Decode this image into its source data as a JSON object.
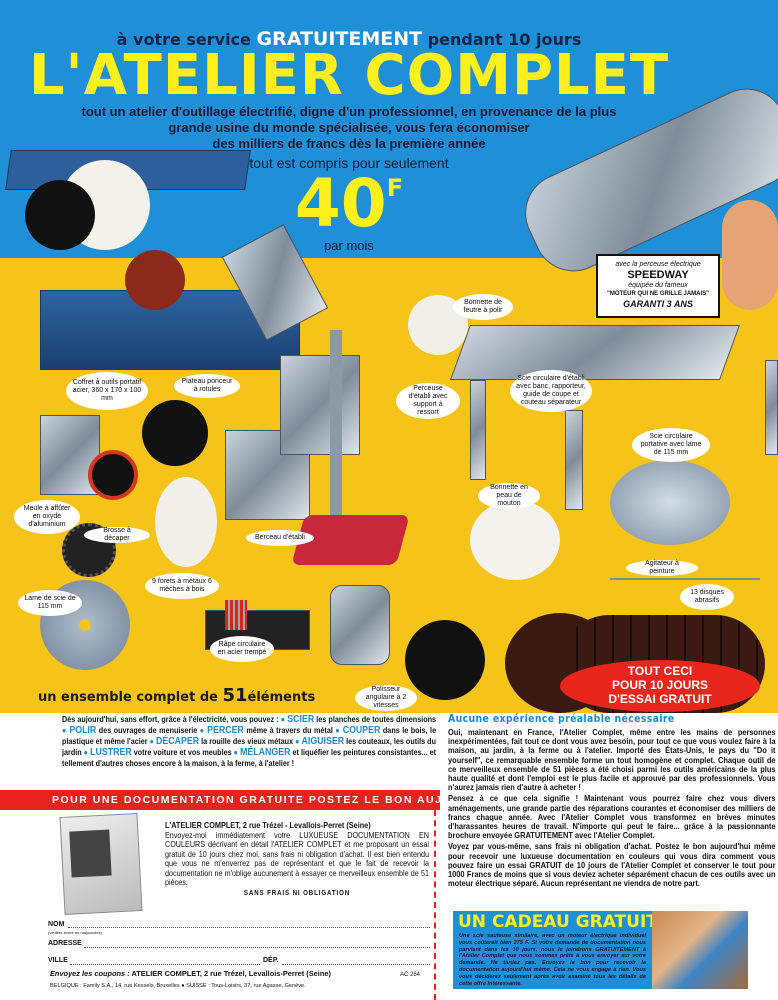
{
  "header": {
    "tagline_pre": "à votre service",
    "tagline_free": "GRATUITEMENT",
    "tagline_post": "pendant 10 jours",
    "title": "L'ATELIER COMPLET",
    "subtitle_lines": [
      "tout un atelier d'outillage électrifié, digne d'un professionnel, en provenance de la plus",
      "grande usine du monde spécialisée, vous fera économiser",
      "des milliers de francs dès la première année"
    ],
    "price_intro": "tout est compris pour seulement",
    "price": "40",
    "price_unit": "F",
    "price_period": "par mois"
  },
  "speedway": {
    "line1": "avec la perceuse électrique",
    "brand": "SPEEDWAY",
    "line2": "équipée du fameux",
    "motto": "\"MOTEUR QUI NE GRILLE JAMAIS\"",
    "guarantee": "GARANTI 3 ANS"
  },
  "labels": {
    "coffret": "Coffret à outils portatif acier, 360 x 170 x 100 mm",
    "plateau": "Plateau ponceur à rotules",
    "meule": "Meule à affûter en oxyde d'aluminium",
    "brosse": "Brosse à décaper",
    "berceau": "Berceau d'établi",
    "forets": "9 forets à métaux 6 mèches à bois",
    "lame": "Lame de scie de 115 mm",
    "rape": "Râpe circulaire en acier trempé",
    "polisseur": "Polisseur angulaire à 2 vitesses",
    "perceuse": "Perceuse d'établi avec support à ressort",
    "bonnette_feutre": "Bonnette de feutre à polir",
    "scie_etabli": "Scie circulaire d'établi avec banc, rapporteur, guide de coupe et couteau séparateur",
    "scie_portative": "Scie circulaire portative avec lame de 115 mm",
    "bonnette_mouton": "Bonnette en peau de mouton",
    "agitateur": "Agitateur à peinture",
    "disques": "13 disques abrasifs"
  },
  "offer_bubble": [
    "TOUT CECI",
    "POUR 10 JOURS",
    "D'ESSAI GRATUIT"
  ],
  "ensemble": {
    "pre": "un ensemble complet de",
    "count": "51",
    "post": "éléments"
  },
  "intro": {
    "t0": "Dès aujourd'hui, sans effort, grâce à l'électricité, vous pouvez :",
    "k1": "SCIER",
    "t1": "les planches de toutes dimensions",
    "k2": "POLIR",
    "t2": "des ouvrages de menuiserie",
    "k3": "PERCER",
    "t3": "même à travers du métal",
    "k4": "COUPER",
    "t4": "dans le bois, le plastique et même l'acier",
    "k5": "DÉCAPER",
    "t5": "la rouille des vieux métaux",
    "k6": "AIGUISER",
    "t6": "les couteaux, les outils du jardin",
    "k7": "LUSTRER",
    "t7": "votre voiture et vos meubles",
    "k8": "MÉLANGER",
    "t8": "et liquéfier les peintures consistantes... et tellement d'autres choses encore à la maison, à la ferme, à l'atelier !"
  },
  "coupon": {
    "banner": "POUR UNE DOCUMENTATION GRATUITE POSTEZ LE BON AUJOURD'HUI",
    "address": "L'ATELIER COMPLET, 2 rue Trézel - Levallois-Perret (Seine)",
    "body": "Envoyez-moi immédiatement votre LUXUEUSE DOCUMENTATION EN COULEURS décrivant en détail l'ATELIER COMPLET et me proposant un essai gratuit de 10 jours chez moi, sans frais ni obligation d'achat. Il est bien entendu que vous ne m'enverrez pas de représentant et que le fait de recevoir la documentation ne m'oblige aucunement à essayer ce merveilleux ensemble de 51 pièces.",
    "no_obligation": "SANS FRAIS NI OBLIGATION",
    "nom": "NOM",
    "nom_hint": "(veuillez écrire en majuscules)",
    "adresse": "ADRESSE",
    "ville": "VILLE",
    "dep": "DÉP.",
    "send_label": "Envoyez les coupons :",
    "send_addr": "ATELIER COMPLET, 2 rue Trézel, Levallois-Perret (Seine)",
    "belgium": "BELGIQUE : Family S.A., 14, rue Kessels, Bruxelles  ●  SUISSE : Tous-Loisirs, 37, rue Agasse, Genève.",
    "ref": "AC 264"
  },
  "right": {
    "title": "Aucune expérience préalable nécessaire",
    "p1": "Oui, maintenant en France, l'Atelier Complet, même entre les mains de personnes inexpérimentées, fait tout ce dont vous avez besoin, pour tout ce que vous voulez faire à la maison, au jardin, à la ferme ou à l'atelier. Importé des États-Unis, le pays du \"Do it yourself\", ce remarquable ensemble forme un tout homogène et complet. Chaque outil de ce merveilleux ensemble de 51 pièces a été choisi parmi les outils américains de la plus haute qualité et dont l'emploi est le plus facile et approuvé par des professionnels. Vous n'aurez jamais rien d'autre à acheter !",
    "p2": "Pensez à ce que cela signifie ! Maintenant vous pourrez faire chez vous divers aménagements, une grande partie des réparations courantes et économiser des milliers de francs chaque année. Avec l'Atelier Complet vous transformez en brèves minutes d'harassantes heures de travail. N'importe qui peut le faire... grâce à la passionnante brochure envoyée GRATUITEMENT avec l'Atelier Complet.",
    "p3": "Voyez par vous-même, sans frais ni obligation d'achat. Postez le bon aujourd'hui même pour recevoir une luxueuse documentation en couleurs qui vous dira comment vous pouvez faire un essai GRATUIT de 10 jours de l'Atelier Complet et conserver le tout pour 1000 Francs de moins que si vous deviez acheter séparément chacun de ces outils avec un moteur électrique séparé. Aucun représentant ne viendra de notre part."
  },
  "gift": {
    "title": "UN CADEAU GRATUIT",
    "body": "Une scie sauteuse similaire, avec un moteur électrique individuel vous coûterait bien 275 F. Si votre demande de documentation nous parvient dans les 10 jours, nous le joindrons GRATUITEMENT à l'Atelier Complet que nous sommes prêts à vous envoyer sur votre demande. Ne tardez pas. Envoyez le bon pour recevoir la documentation aujourd'hui même. Cela ne vous engage à rien. Vous vous déciderez seulement après avoir examiné tous les détails de cette offre intéressante."
  },
  "colors": {
    "blue": "#1f8fd8",
    "yellow": "#f6c419",
    "title_yellow": "#ffef1a",
    "red": "#e8231e",
    "keyword_blue": "#1a8ad4"
  }
}
